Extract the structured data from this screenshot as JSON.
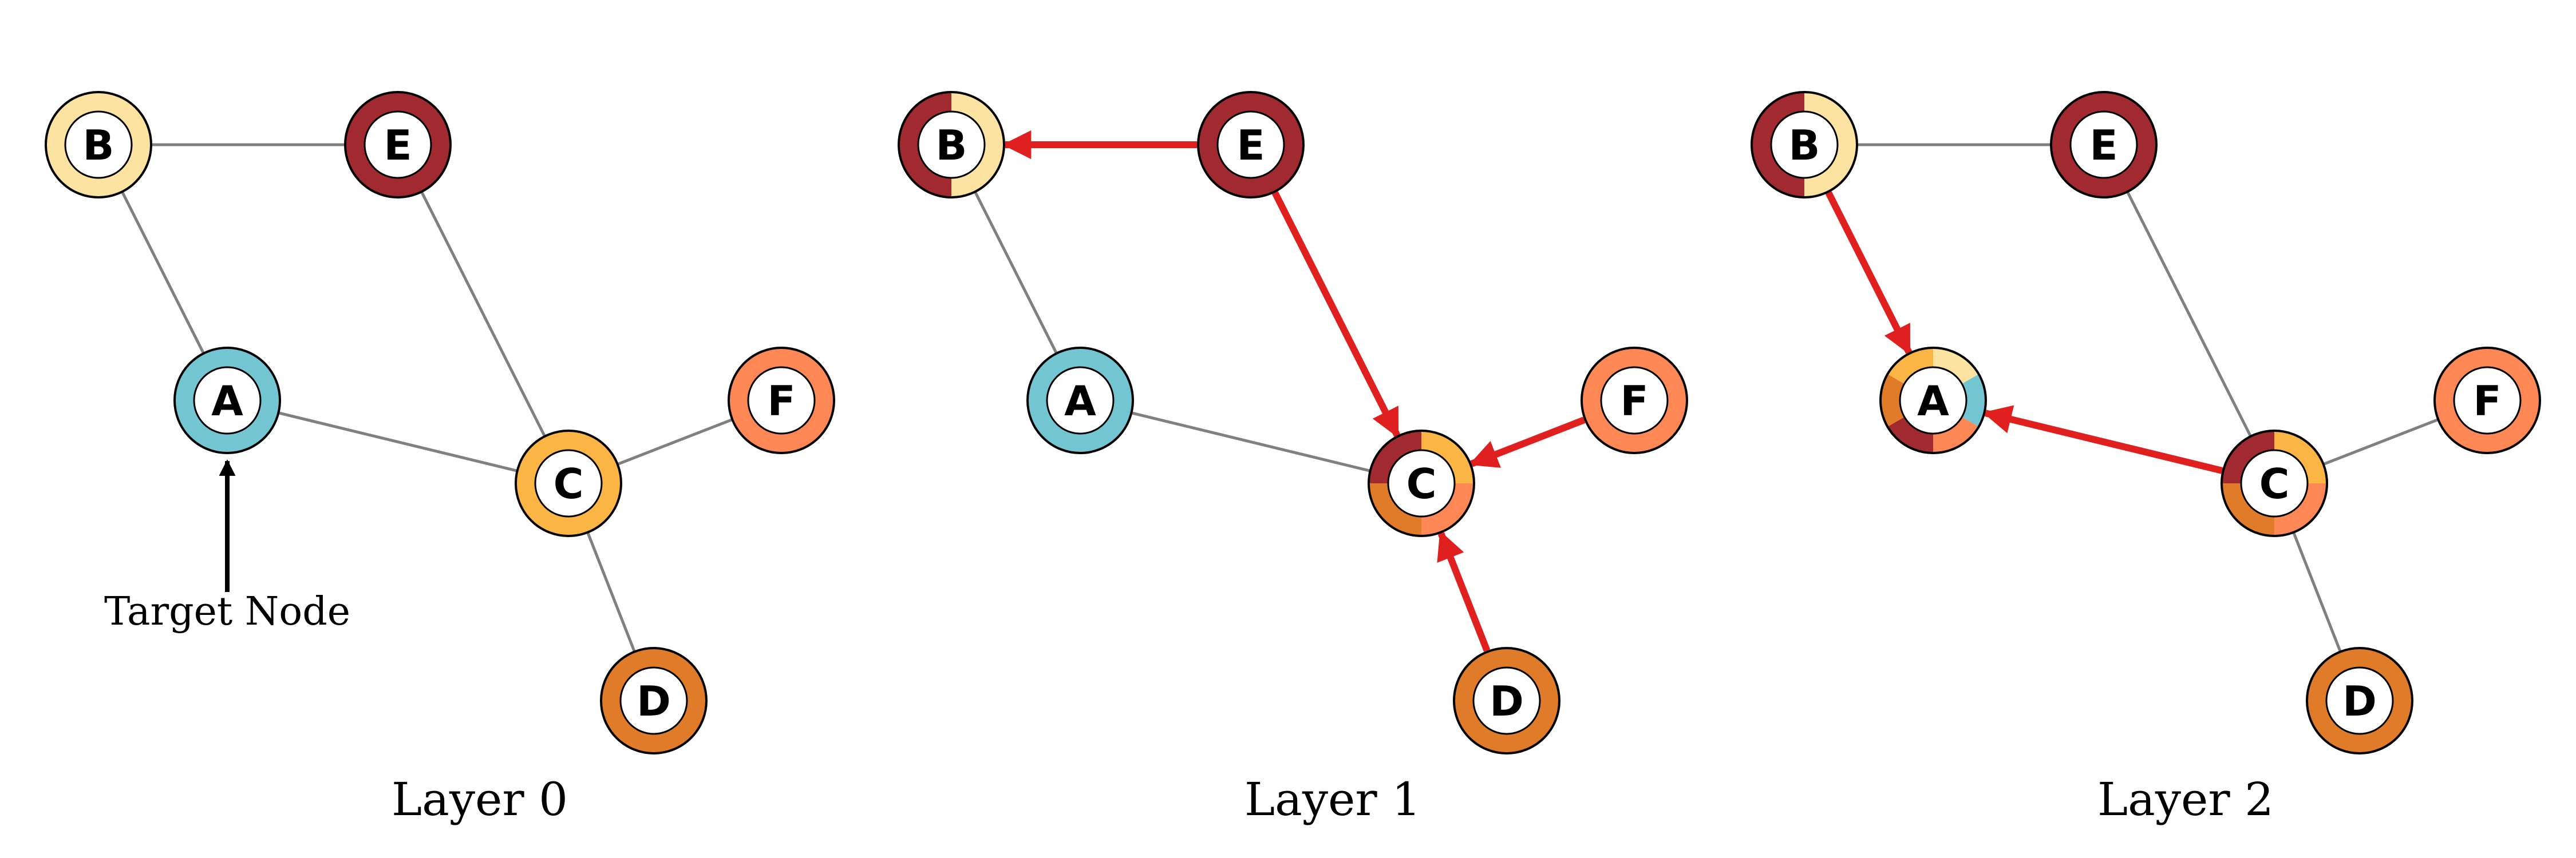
{
  "colors": {
    "A": "#72c5d1",
    "B": "#fde3a1",
    "C": "#fbb545",
    "D": "#e07b29",
    "E": "#a02a30",
    "F": "#fe8756",
    "edge": "#808080",
    "message": "#e01f1f",
    "annotation_arrow": "#000000"
  },
  "node_labels": {
    "A": "A",
    "B": "B",
    "C": "C",
    "D": "D",
    "E": "E",
    "F": "F"
  },
  "graph_edges": [
    [
      "B",
      "E"
    ],
    [
      "B",
      "A"
    ],
    [
      "A",
      "C"
    ],
    [
      "E",
      "C"
    ],
    [
      "C",
      "F"
    ],
    [
      "C",
      "D"
    ]
  ],
  "panels": [
    {
      "title": "Layer 0",
      "messages": [],
      "aggregated_nodes": {}
    },
    {
      "title": "Layer 1",
      "messages": [
        [
          "E",
          "B"
        ],
        [
          "E",
          "C"
        ],
        [
          "F",
          "C"
        ],
        [
          "D",
          "C"
        ]
      ],
      "aggregated_nodes": {
        "B": [
          "B",
          "E"
        ],
        "C": [
          "C",
          "F",
          "D",
          "E"
        ]
      }
    },
    {
      "title": "Layer 2",
      "messages": [
        [
          "B",
          "A"
        ],
        [
          "C",
          "A"
        ]
      ],
      "aggregated_nodes": {
        "B": [
          "B",
          "E"
        ],
        "C": [
          "C",
          "F",
          "D",
          "E"
        ],
        "A": [
          "B",
          "A",
          "F",
          "E",
          "D",
          "C"
        ]
      }
    }
  ],
  "annotation": {
    "text": "Target Node",
    "points_to": "A",
    "panel": 0
  }
}
